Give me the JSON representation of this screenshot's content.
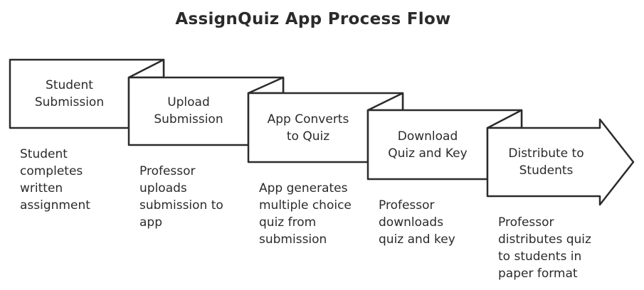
{
  "title": "AssignQuiz App Process Flow",
  "steps": [
    {
      "label": "Student\nSubmission",
      "description": "Student\ncompletes\nwritten\nassignment"
    },
    {
      "label": "Upload\nSubmission",
      "description": "Professor\nuploads\nsubmission to\napp"
    },
    {
      "label": "App Converts\nto Quiz",
      "description": "App generates\nmultiple choice\nquiz from\nsubmission"
    },
    {
      "label": "Download\nQuiz and Key",
      "description": "Professor\ndownloads\nquiz and key"
    },
    {
      "label": "Distribute to\nStudents",
      "description": "Professor\ndistributes quiz\nto students in\npaper format"
    }
  ]
}
